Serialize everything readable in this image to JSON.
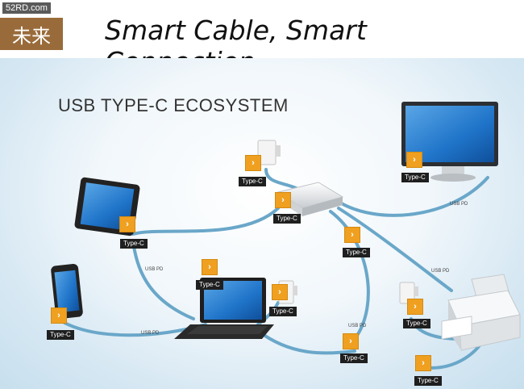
{
  "header": {
    "watermark": "52RD.com",
    "chinese_label": "未来",
    "title": "Smart Cable, Smart Connection"
  },
  "diagram": {
    "heading": "USB TYPE-C ECOSYSTEM",
    "arrow_glyph": "›",
    "tags": {
      "monitor": "Type-C",
      "charger": "Type-C",
      "hub": "Type-C",
      "hub_right": "Type-C",
      "tablet": "Type-C",
      "laptop": "Type-C",
      "laptop_charger": "Type-C",
      "phone": "Type-C",
      "printer_charger": "Type-C",
      "printer": "Type-C",
      "bottom_center": "Type-C"
    },
    "cable_labels": {
      "monitor": "USB PD",
      "printer": "USB PD",
      "tablet": "USB PD",
      "phone": "USB PD",
      "laptop_right": "USB PD"
    }
  }
}
